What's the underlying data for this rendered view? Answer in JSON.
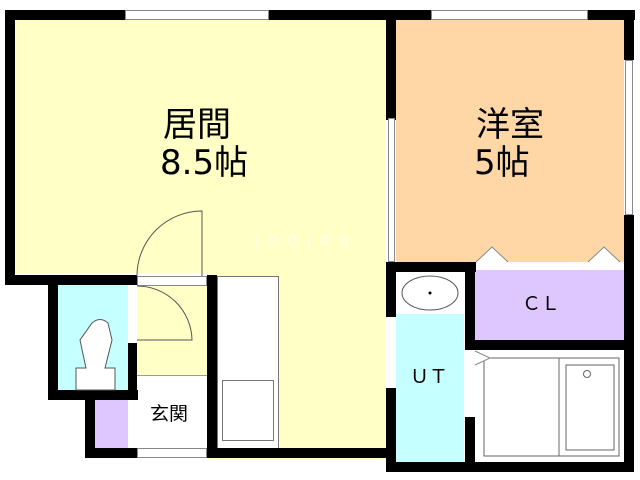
{
  "floorplan": {
    "rooms": [
      {
        "id": "living",
        "name": "居間",
        "size": "8.5帖",
        "color": "#ffffc6"
      },
      {
        "id": "western",
        "name": "洋室",
        "size": "5帖",
        "color": "#ffd6a5"
      },
      {
        "id": "closet",
        "name": "ＣＬ",
        "color": "#dec6ff"
      },
      {
        "id": "utility",
        "name": "ＵＴ",
        "color": "#c6ffff"
      },
      {
        "id": "entrance",
        "name": "玄関",
        "color": "#ffffff"
      },
      {
        "id": "toilet",
        "name": "",
        "color": "#c6ffff"
      },
      {
        "id": "shoe-storage",
        "name": "",
        "color": "#dec6ff"
      },
      {
        "id": "bath",
        "name": "",
        "color": "#ffffff"
      }
    ],
    "watermark": "jogjog",
    "colors": {
      "wall": "#000000",
      "living": "#ffffc6",
      "western": "#ffd6a5",
      "closet": "#dec6ff",
      "utility": "#c6ffff",
      "outline": "#666666"
    }
  }
}
